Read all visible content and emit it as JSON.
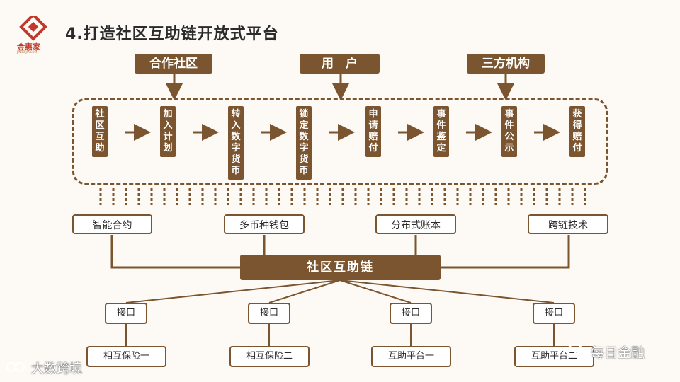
{
  "header": {
    "title": "4.打造社区互助链开放式平台",
    "logo_text": "金惠家",
    "logo_subtext": "JINHUIJIA.COM"
  },
  "top_sources": [
    {
      "label": "合作社区"
    },
    {
      "label": "用　户"
    },
    {
      "label": "三方机构"
    }
  ],
  "steps": [
    {
      "label": "社区互助"
    },
    {
      "label": "加入计划"
    },
    {
      "label": "转入数字货币"
    },
    {
      "label": "锁定数字货币"
    },
    {
      "label": "申请赔付"
    },
    {
      "label": "事件鉴定"
    },
    {
      "label": "事件公示"
    },
    {
      "label": "获得赔付"
    }
  ],
  "features": [
    {
      "label": "智能合约"
    },
    {
      "label": "多币种钱包"
    },
    {
      "label": "分布式账本"
    },
    {
      "label": "跨链技术"
    }
  ],
  "chain": {
    "label": "社区互助链"
  },
  "interfaces": [
    {
      "label": "接口"
    },
    {
      "label": "接口"
    },
    {
      "label": "接口"
    },
    {
      "label": "接口"
    }
  ],
  "products": [
    {
      "label": "相互保险一"
    },
    {
      "label": "相互保险二"
    },
    {
      "label": "互助平台一"
    },
    {
      "label": "互助平台二"
    }
  ],
  "watermarks": {
    "left": "大数跨境",
    "right": "每日金融"
  },
  "colors": {
    "brand": "#7a5530",
    "background": "#fdfaf5",
    "logo_red": "#c0392b"
  }
}
